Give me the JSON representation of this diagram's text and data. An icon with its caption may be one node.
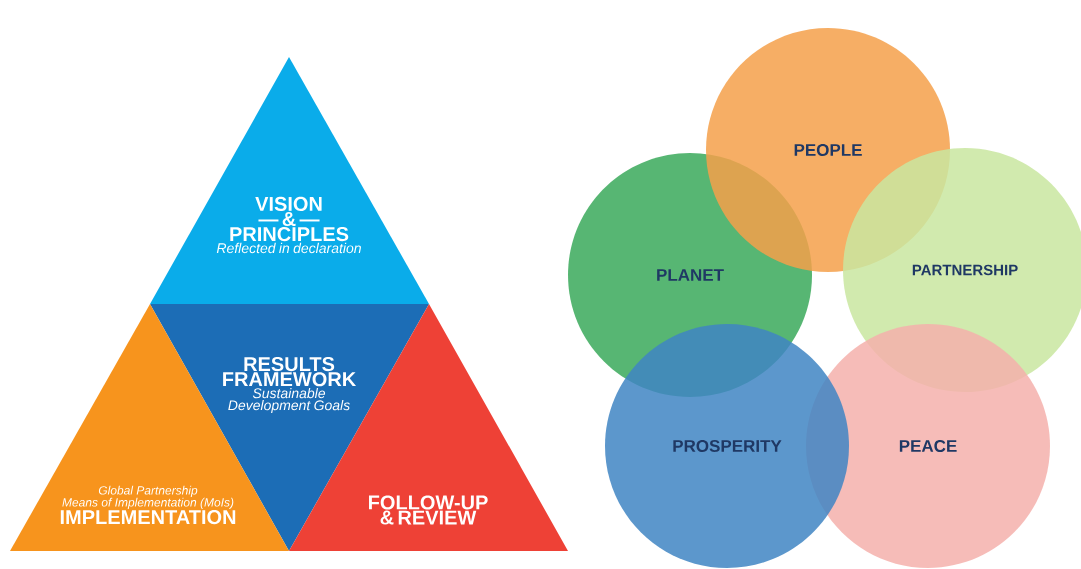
{
  "diagram": {
    "nodes": [
      {
        "text": [
          "VISION",
          "— & —",
          "PRINCIPLES",
          "Reflected in declaration"
        ]
      },
      {
        "text": [
          "RESULTS FRAMEWORK",
          "Sustainable Development Goals"
        ]
      },
      {
        "text": [
          "Global Partnership",
          "Means of Implementation (MoIs)",
          "IMPLEMENTATION"
        ]
      },
      {
        "text": [
          "FOLLOW-UP & REVIEW"
        ]
      },
      {
        "text": [
          "PLANET"
        ]
      },
      {
        "text": [
          "PEOPLE"
        ]
      },
      {
        "text": [
          "PARTNERSHIP"
        ]
      },
      {
        "text": [
          "PEACE"
        ]
      },
      {
        "text": [
          "PROSPERITY"
        ]
      }
    ]
  }
}
